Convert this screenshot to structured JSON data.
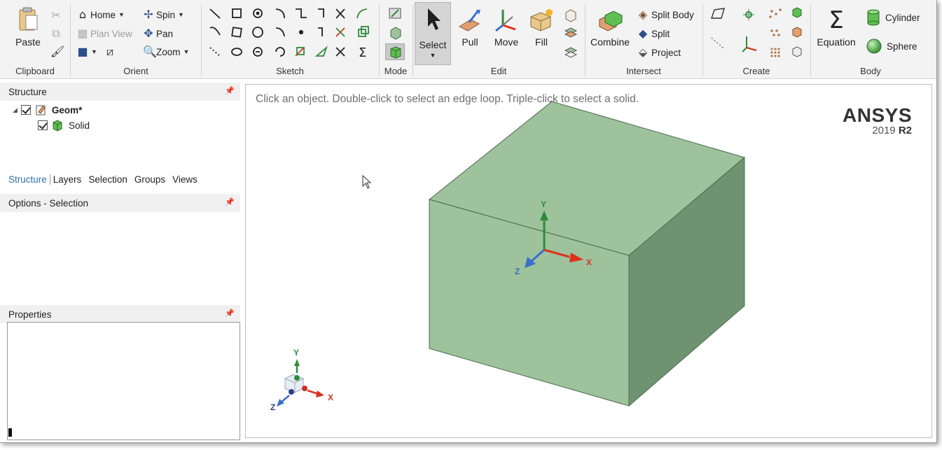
{
  "ribbon": {
    "clipboard": {
      "label": "Clipboard",
      "paste": "Paste"
    },
    "orient": {
      "label": "Orient",
      "home": "Home",
      "plan_view": "Plan View",
      "spin": "Spin",
      "pan": "Pan",
      "zoom": "Zoom"
    },
    "sketch": {
      "label": "Sketch"
    },
    "mode": {
      "label": "Mode"
    },
    "edit": {
      "label": "Edit",
      "select": "Select",
      "pull": "Pull",
      "move": "Move",
      "fill": "Fill"
    },
    "intersect": {
      "label": "Intersect",
      "combine": "Combine",
      "split_body": "Split Body",
      "split": "Split",
      "project": "Project"
    },
    "create": {
      "label": "Create"
    },
    "body": {
      "label": "Body",
      "equation": "Equation",
      "cylinder": "Cylinder",
      "sphere": "Sphere"
    }
  },
  "structure_panel": {
    "title": "Structure",
    "tree": [
      {
        "label": "Geom*",
        "checked": true
      },
      {
        "label": "Solid",
        "checked": true
      }
    ],
    "tabs": [
      "Structure",
      "Layers",
      "Selection",
      "Groups",
      "Views"
    ],
    "active_tab": "Structure"
  },
  "options_panel": {
    "title": "Options - Selection"
  },
  "properties_panel": {
    "title": "Properties"
  },
  "viewport": {
    "hint": "Click an object. Double-click to select an edge loop. Triple-click to select a solid.",
    "brand": "ANSYS",
    "version_year": "2019",
    "version_release": "R2",
    "axis_labels": {
      "x": "X",
      "y": "Y",
      "z": "Z"
    }
  },
  "colors": {
    "solid_front": "#9dc29c",
    "solid_top": "#9dc29c",
    "solid_side": "#6f9371",
    "axis_x": "#e0301e",
    "axis_y": "#2f8a3c",
    "axis_z": "#3a6fc9"
  }
}
